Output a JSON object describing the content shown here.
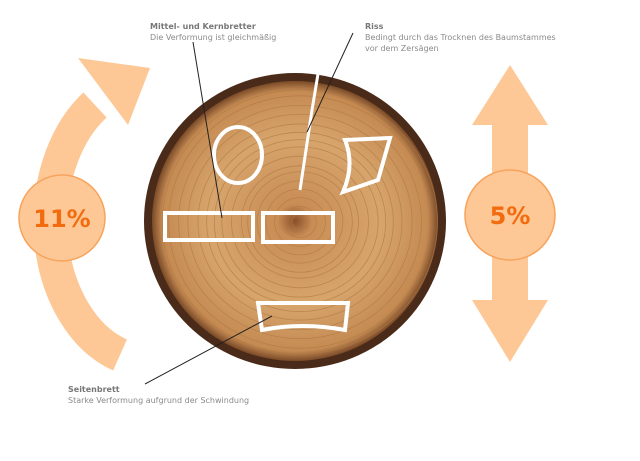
{
  "labels": {
    "center": {
      "title": "Mittel- und Kernbretter",
      "desc": "Die Verformung ist gleichmäßig"
    },
    "crack": {
      "title": "Riss",
      "desc": "Bedingt durch das Trocknen des Baumstammes vor dem Zersägen"
    },
    "side": {
      "title": "Seitenbrett",
      "desc": "Starke Verformung aufgrund der Schwindung"
    }
  },
  "shrinkage": {
    "tangential": "11%",
    "radial": "5%"
  },
  "colors": {
    "arrow": "#fdc896",
    "circle_stroke": "#f7a35c",
    "text_accent": "#f26b0f",
    "wood": "#c9935a",
    "bark": "#4a2a18"
  }
}
